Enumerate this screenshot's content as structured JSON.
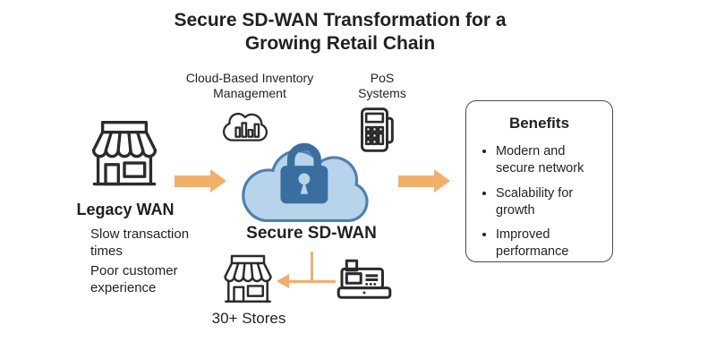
{
  "title": "Secure SD-WAN Transformation for a Growing Retail Chain",
  "legacy": {
    "label": "Legacy WAN",
    "points": [
      "Slow transaction times",
      "Poor customer experience"
    ]
  },
  "inventory": {
    "label": "Cloud-Based Inventory Management"
  },
  "pos": {
    "label": "PoS Systems"
  },
  "sdwan": {
    "label": "Secure SD-WAN"
  },
  "stores": {
    "label": "30+ Stores"
  },
  "benefits": {
    "title": "Benefits",
    "items": [
      "Modern and secure network",
      "Scalability for growth",
      "Improved performance"
    ]
  },
  "icons": {
    "legacy_store": "storefront-icon",
    "inventory": "cloud-bar-chart-icon",
    "pos": "card-terminal-icon",
    "sdwan": "cloud-padlock-icon",
    "stores": "storefront-icon",
    "register": "cash-register-icon",
    "flow": "orange-arrow-right"
  },
  "colors": {
    "accent_orange": "#F0B06C",
    "cloud_fill": "#B7D4EB",
    "cloud_stroke": "#4E80AE",
    "lock_blue": "#3A6E9F",
    "outline_dark": "#2B2B2E",
    "text_dark": "#1F2124",
    "benefits_border": "#4B4B4B"
  }
}
